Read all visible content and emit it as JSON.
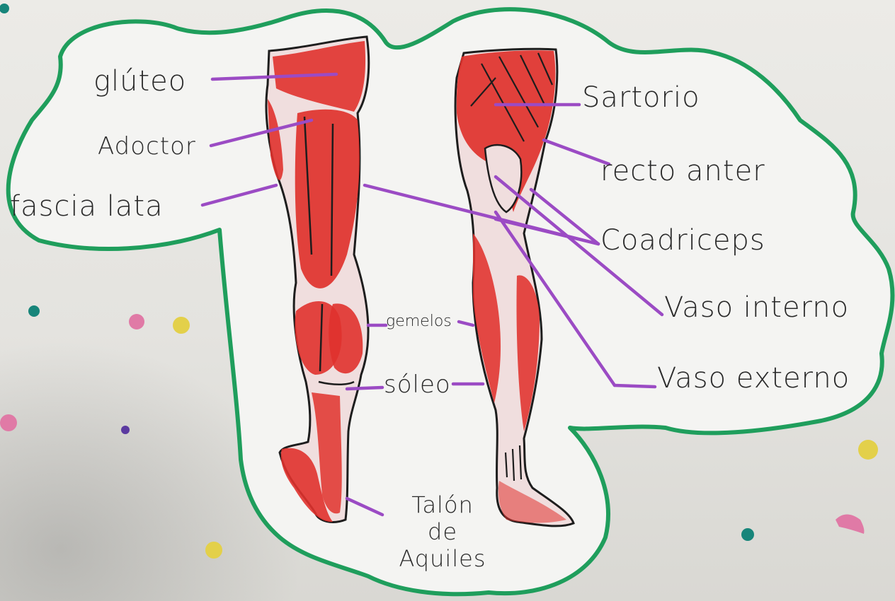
{
  "labels": {
    "gluteo": "glúteo",
    "adoctor": "Adoctor",
    "fascia_lata": "fascia lata",
    "gemelos": "gemelos",
    "soleo": "sóleo",
    "talon_1": "Talón",
    "talon_2": "de",
    "talon_3": "Aquiles",
    "sartorio": "Sartorio",
    "recto_anter": "recto anter",
    "coadriceps": "Coadriceps",
    "vaso_interno": "Vaso interno",
    "vaso_externo": "Vaso externo"
  },
  "colors": {
    "cloud_outline": "#1f9e5c",
    "cloud_fill": "#f4f4f2",
    "muscle_red": "#e0322d",
    "leader_line": "#9b4bc4",
    "ink": "#2a2a2a"
  }
}
